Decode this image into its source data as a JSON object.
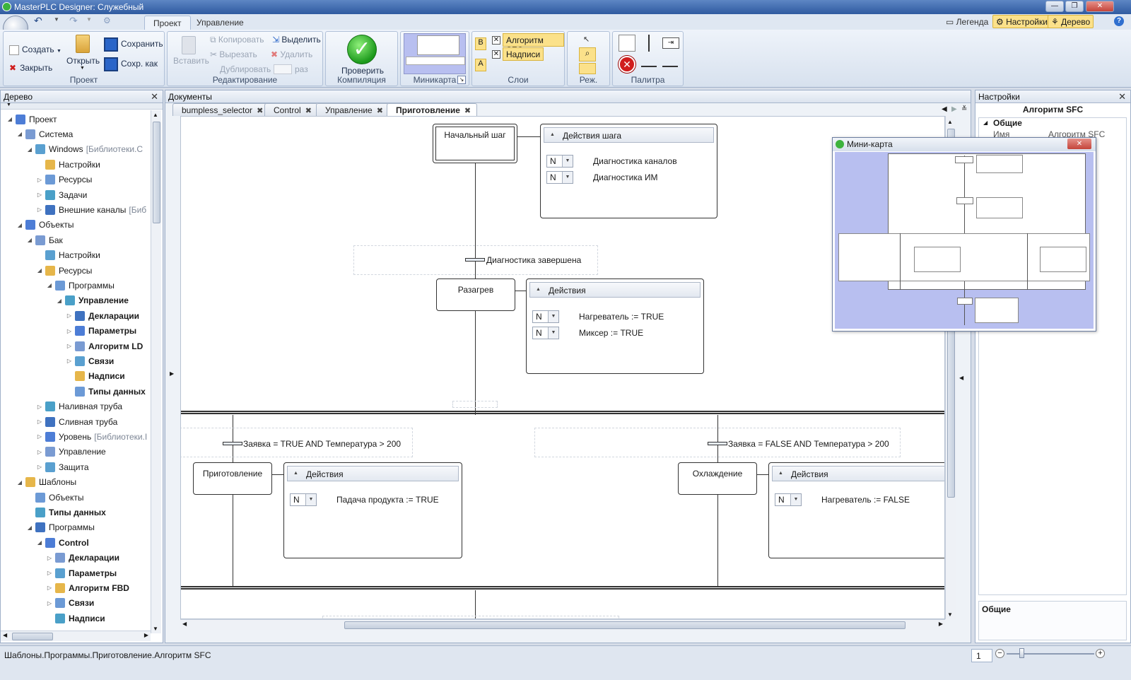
{
  "window": {
    "title": "MasterPLC Designer: Служебный",
    "minimize": "—",
    "maximize": "❐",
    "close": "✕"
  },
  "ribbon": {
    "tabs": [
      "Проект",
      "Управление"
    ],
    "right_buttons": {
      "legend": "Легенда",
      "settings": "Настройки",
      "tree": "Дерево",
      "help": "?"
    },
    "groups": {
      "project": {
        "label": "Проект",
        "create": "Создать",
        "close": "Закрыть",
        "open": "Открыть",
        "save": "Сохранить",
        "save_as": "Сохр. как"
      },
      "edit": {
        "label": "Редактирование",
        "paste": "Вставить",
        "copy": "Копировать",
        "cut": "Вырезать",
        "duplicate": "Дублировать",
        "times": "раз",
        "select": "Выделить",
        "delete": "Удалить"
      },
      "compile": {
        "label": "Компиляция",
        "check": "Проверить"
      },
      "minimap": {
        "label": "Миникарта"
      },
      "layers": {
        "label": "Слои",
        "b": "B",
        "a": "A",
        "layer1": "Алгоритм SFC",
        "layer2": "Надписи"
      },
      "mode": {
        "label": "Реж."
      },
      "palette": {
        "label": "Палитра"
      }
    }
  },
  "tree": {
    "title": "Дерево",
    "items": [
      {
        "label": "Проект",
        "depth": 0,
        "exp": "◢",
        "bold": false,
        "muted": ""
      },
      {
        "label": "Система",
        "depth": 1,
        "exp": "◢",
        "bold": false,
        "muted": ""
      },
      {
        "label": "Windows",
        "depth": 2,
        "exp": "◢",
        "bold": false,
        "muted": "[Библиотеки.C"
      },
      {
        "label": "Настройки",
        "depth": 3,
        "exp": "",
        "bold": false,
        "muted": ""
      },
      {
        "label": "Ресурсы",
        "depth": 3,
        "exp": "▷",
        "bold": false,
        "muted": ""
      },
      {
        "label": "Задачи",
        "depth": 3,
        "exp": "▷",
        "bold": false,
        "muted": ""
      },
      {
        "label": "Внешние каналы",
        "depth": 3,
        "exp": "▷",
        "bold": false,
        "muted": "[Биб"
      },
      {
        "label": "Объекты",
        "depth": 1,
        "exp": "◢",
        "bold": false,
        "muted": ""
      },
      {
        "label": "Бак",
        "depth": 2,
        "exp": "◢",
        "bold": false,
        "muted": ""
      },
      {
        "label": "Настройки",
        "depth": 3,
        "exp": "",
        "bold": false,
        "muted": ""
      },
      {
        "label": "Ресурсы",
        "depth": 3,
        "exp": "◢",
        "bold": false,
        "muted": ""
      },
      {
        "label": "Программы",
        "depth": 4,
        "exp": "◢",
        "bold": false,
        "muted": ""
      },
      {
        "label": "Управление",
        "depth": 5,
        "exp": "◢",
        "bold": true,
        "muted": ""
      },
      {
        "label": "Декларации",
        "depth": 6,
        "exp": "▷",
        "bold": true,
        "muted": ""
      },
      {
        "label": "Параметры",
        "depth": 6,
        "exp": "▷",
        "bold": true,
        "muted": ""
      },
      {
        "label": "Алгоритм LD",
        "depth": 6,
        "exp": "▷",
        "bold": true,
        "muted": ""
      },
      {
        "label": "Связи",
        "depth": 6,
        "exp": "▷",
        "bold": true,
        "muted": ""
      },
      {
        "label": "Надписи",
        "depth": 6,
        "exp": "",
        "bold": true,
        "muted": ""
      },
      {
        "label": "Типы данных",
        "depth": 6,
        "exp": "",
        "bold": true,
        "muted": ""
      },
      {
        "label": "Наливная труба",
        "depth": 3,
        "exp": "▷",
        "bold": false,
        "muted": ""
      },
      {
        "label": "Сливная труба",
        "depth": 3,
        "exp": "▷",
        "bold": false,
        "muted": ""
      },
      {
        "label": "Уровень",
        "depth": 3,
        "exp": "▷",
        "bold": false,
        "muted": "[Библиотеки.I"
      },
      {
        "label": "Управление",
        "depth": 3,
        "exp": "▷",
        "bold": false,
        "muted": ""
      },
      {
        "label": "Защита",
        "depth": 3,
        "exp": "▷",
        "bold": false,
        "muted": ""
      },
      {
        "label": "Шаблоны",
        "depth": 1,
        "exp": "◢",
        "bold": false,
        "muted": ""
      },
      {
        "label": "Объекты",
        "depth": 2,
        "exp": "",
        "bold": false,
        "muted": ""
      },
      {
        "label": "Типы данных",
        "depth": 2,
        "exp": "",
        "bold": true,
        "muted": ""
      },
      {
        "label": "Программы",
        "depth": 2,
        "exp": "◢",
        "bold": false,
        "muted": ""
      },
      {
        "label": "Control",
        "depth": 3,
        "exp": "◢",
        "bold": true,
        "muted": ""
      },
      {
        "label": "Декларации",
        "depth": 4,
        "exp": "▷",
        "bold": true,
        "muted": ""
      },
      {
        "label": "Параметры",
        "depth": 4,
        "exp": "▷",
        "bold": true,
        "muted": ""
      },
      {
        "label": "Алгоритм FBD",
        "depth": 4,
        "exp": "▷",
        "bold": true,
        "muted": ""
      },
      {
        "label": "Связи",
        "depth": 4,
        "exp": "▷",
        "bold": true,
        "muted": ""
      },
      {
        "label": "Надписи",
        "depth": 4,
        "exp": "",
        "bold": true,
        "muted": ""
      }
    ]
  },
  "documents": {
    "title": "Документы",
    "tabs": [
      "bumpless_selector",
      "Control",
      "Управление",
      "Приготовление"
    ],
    "active_tab": "Приготовление",
    "tab_close": "✖"
  },
  "sfc": {
    "steps": {
      "initial": "Начальный шаг",
      "heating": "Разагрев",
      "cooking": "Приготовление",
      "cooling": "Охлаждение"
    },
    "action_headers": {
      "step_actions": "Действия шага",
      "actions": "Действия"
    },
    "actions": {
      "initial": [
        {
          "q": "N",
          "text": "Диагностика каналов"
        },
        {
          "q": "N",
          "text": "Диагностика ИМ"
        }
      ],
      "heating": [
        {
          "q": "N",
          "text": "Нагреватель := TRUE"
        },
        {
          "q": "N",
          "text": "Миксер := TRUE"
        }
      ],
      "cooking": [
        {
          "q": "N",
          "text": "Падача продукта := TRUE"
        }
      ],
      "cooling": [
        {
          "q": "N",
          "text": "Нагреватель := FALSE"
        }
      ]
    },
    "transitions": {
      "diag_done": "Диагностика завершена",
      "branch_left": "Заявка = TRUE AND Температура > 200",
      "branch_right": "Заявка = FALSE AND Температура > 200"
    }
  },
  "settings": {
    "title": "Настройки",
    "object": "Алгоритм SFC",
    "section": "Общие",
    "name_key": "Имя",
    "name_val": "Алгоритм SFC",
    "footer": "Общие"
  },
  "minimap": {
    "title": "Мини-карта",
    "close": "✕"
  },
  "status": {
    "path": "Шаблоны.Программы.Приготовление.Алгоритм SFC",
    "page": "1"
  }
}
